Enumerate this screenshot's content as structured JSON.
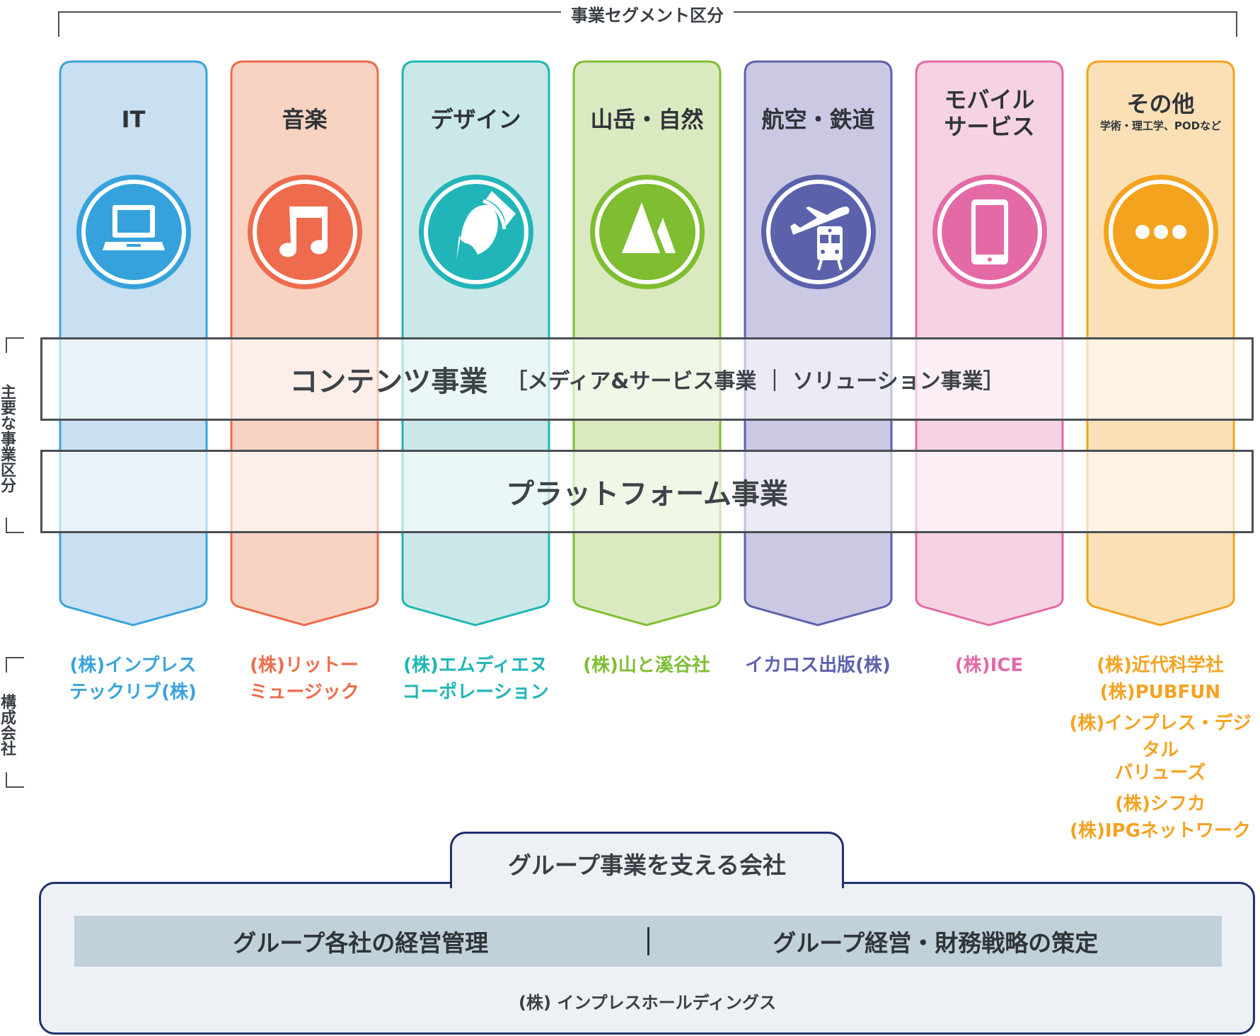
{
  "header": {
    "title": "事業セグメント区分"
  },
  "segments": [
    {
      "id": "it",
      "title": [
        "IT"
      ],
      "icon": "laptop-icon",
      "border": "#3aa3dc",
      "fill": "#c9dff2",
      "icon_color": "#35a2dc",
      "text_color": "#3aa3dc",
      "companies": [
        "(株)インプレス",
        "テックリブ(株)"
      ]
    },
    {
      "id": "music",
      "title": [
        "音楽"
      ],
      "icon": "music-note-icon",
      "border": "#ef6b4a",
      "fill": "#f8d3c2",
      "icon_color": "#ee6b4d",
      "text_color": "#ef6b4a",
      "companies": [
        "(株)リットー",
        "ミュージック"
      ]
    },
    {
      "id": "design",
      "title": [
        "デザイン"
      ],
      "icon": "brush-icon",
      "border": "#22b5b5",
      "fill": "#cae8e7",
      "icon_color": "#21b5b9",
      "text_color": "#22b5b5",
      "companies": [
        "(株)エムディエヌ",
        "コーポレーション"
      ]
    },
    {
      "id": "nature",
      "title": [
        "山岳・自然"
      ],
      "icon": "mountain-icon",
      "border": "#7fbe35",
      "fill": "#dbe9c0",
      "icon_color": "#7fbd31",
      "text_color": "#7fbe35",
      "companies": [
        "(株)山と溪谷社"
      ]
    },
    {
      "id": "transport",
      "title": [
        "航空・鉄道"
      ],
      "icon": "plane-train-icon",
      "border": "#5d62ad",
      "fill": "#cbc8e4",
      "icon_color": "#5b62ab",
      "text_color": "#5d62ad",
      "companies": [
        "イカロス出版(株)"
      ]
    },
    {
      "id": "mobile",
      "title": [
        "モバイル",
        "サービス"
      ],
      "icon": "smartphone-icon",
      "border": "#e26aa5",
      "fill": "#f5d3e3",
      "icon_color": "#e46aa5",
      "text_color": "#e26aa5",
      "companies": [
        "(株)ICE"
      ]
    },
    {
      "id": "other",
      "title": [
        "その他"
      ],
      "subtitle": "学術・理工学、PODなど",
      "icon": "more-dots-icon",
      "border": "#f4a322",
      "fill": "#fbe0b6",
      "icon_color": "#f4a31f",
      "text_color": "#f4a322",
      "companies": [
        "(株)近代科学社",
        "(株)PUBFUN",
        "(株)インプレス・デジタル",
        "バリューズ",
        "(株)シフカ",
        "(株)IPGネットワーク"
      ]
    }
  ],
  "bands": {
    "content_main": "コンテンツ事業",
    "content_sub": "［メディア&サービス事業 ｜ ソリューション事業］",
    "platform": "プラットフォーム事業"
  },
  "side_labels": {
    "business": "主要な事業区分",
    "companies": "構成会社"
  },
  "support": {
    "title": "グループ事業を支える会社",
    "left": "グループ各社の経営管理",
    "right": "グループ経営・財務戦略の策定",
    "company": "(株) インプレスホールディングス"
  }
}
